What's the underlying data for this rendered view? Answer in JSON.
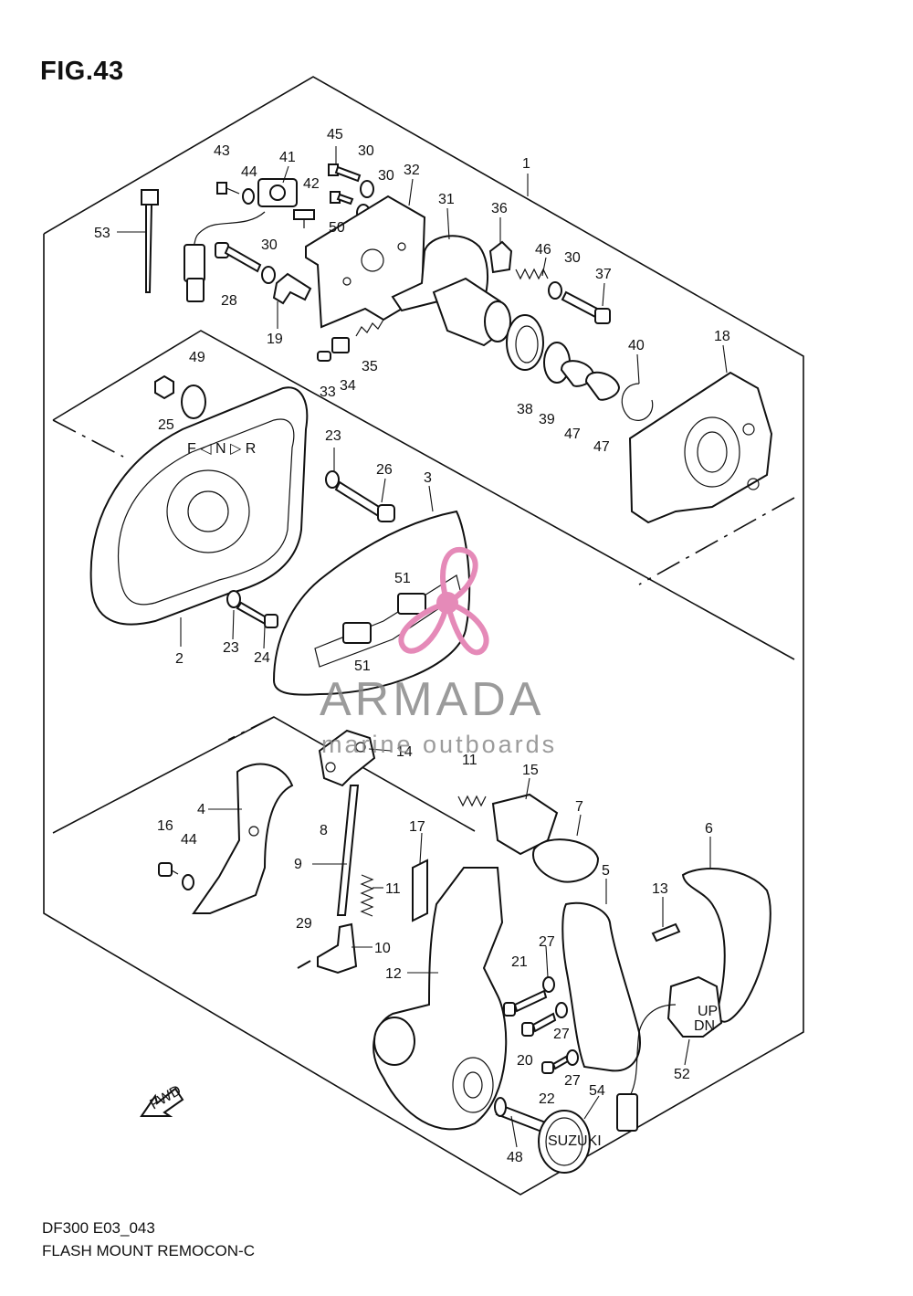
{
  "figure": {
    "title": "FIG.43",
    "code": "DF300 E03_043",
    "name": "FLASH MOUNT REMOCON-C",
    "fwd_mark": "FWD",
    "dial_mark": "F ◁ N ▷ R",
    "switch_up": "UP",
    "switch_dn": "DN",
    "badge": "SUZUKI"
  },
  "watermark": {
    "brand": "ARMADA",
    "tagline": "marine outboards",
    "color": "#e58ab8"
  },
  "callouts": [
    "1",
    "2",
    "3",
    "4",
    "5",
    "6",
    "7",
    "8",
    "9",
    "10",
    "11",
    "11",
    "12",
    "13",
    "14",
    "15",
    "16",
    "17",
    "18",
    "19",
    "20",
    "21",
    "22",
    "23",
    "23",
    "24",
    "25",
    "26",
    "27",
    "27",
    "27",
    "28",
    "29",
    "30",
    "30",
    "30",
    "30",
    "31",
    "32",
    "33",
    "34",
    "35",
    "36",
    "37",
    "38",
    "39",
    "40",
    "41",
    "42",
    "43",
    "44",
    "44",
    "45",
    "46",
    "47",
    "47",
    "48",
    "49",
    "50",
    "51",
    "51",
    "52",
    "53",
    "54"
  ]
}
